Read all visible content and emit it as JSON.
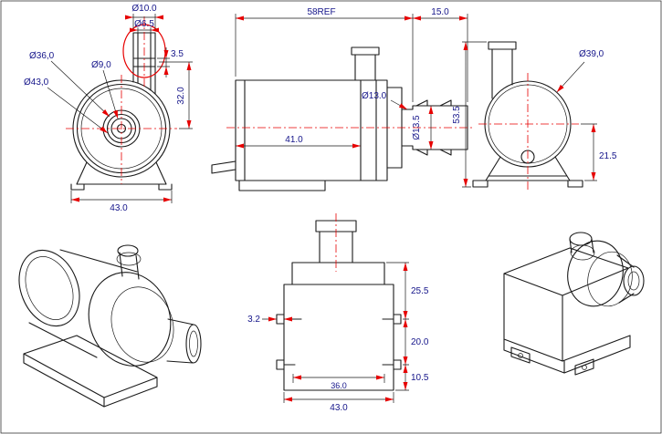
{
  "colors": {
    "background": "#ffffff",
    "line": "#1a1a1a",
    "dimension_text": "#15158a",
    "accent_red": "#e60000"
  },
  "views": {
    "front": {
      "dims": {
        "d10": "Ø10.0",
        "d6_5": "Ø6.5",
        "d36": "Ø36,0",
        "d43": "Ø43,0",
        "d9": "Ø9,0",
        "t3_5": "3.5",
        "h32": "32.0",
        "w43": "43.0"
      }
    },
    "side": {
      "dims": {
        "ref58": "58REF",
        "len15": "15.0",
        "d13": "Ø13.0",
        "d13_5": "Ø13.5",
        "len41": "41.0"
      }
    },
    "rear": {
      "dims": {
        "d39": "Ø39,0",
        "h53_5": "53.5",
        "h21_5": "21.5"
      }
    },
    "top": {
      "dims": {
        "h25_5": "25.5",
        "t3_2": "3.2",
        "h20": "20.0",
        "w36": "36.0",
        "h10_5": "10.5",
        "w43": "43.0"
      }
    }
  }
}
